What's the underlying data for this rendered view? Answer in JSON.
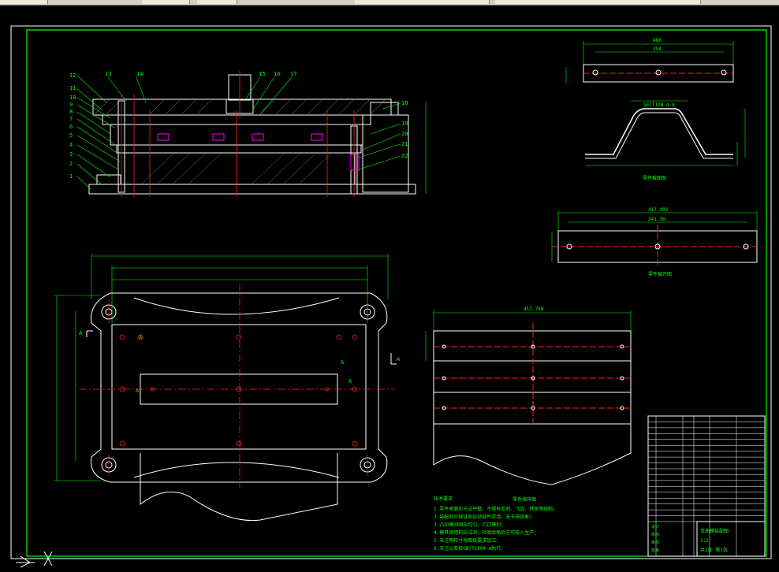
{
  "window": {
    "toolbar_buttons": [
      "",
      "",
      "",
      "",
      ""
    ]
  },
  "colors": {
    "background": "#000000",
    "border": "#ffffff",
    "frame": "#00ff00",
    "dim": "#00ff00",
    "center": "#ff2020",
    "part": "#ffffff",
    "accent": "#ff00ff"
  },
  "assembly": {
    "part_numbers_left": [
      "12",
      "11",
      "10",
      "9",
      "8",
      "7",
      "6",
      "5",
      "4",
      "3",
      "2",
      "1"
    ],
    "part_numbers_top": [
      "13",
      "14",
      "15",
      "16",
      "17"
    ],
    "part_numbers_right": [
      "18",
      "19",
      "20",
      "21",
      "22"
    ]
  },
  "section_view": {
    "title_a": "A",
    "dim_arrow": "A"
  },
  "views": {
    "top_strip_dim": "466",
    "top_strip_dim2": "354",
    "section_label": "SECTION A-A",
    "section_caption": "零件截面图",
    "blank_caption": "零件展开图",
    "plate_caption": "零件排样图",
    "plate_dim": "417.758",
    "blank_dim": "417.992",
    "blank_dim2": "341.36"
  },
  "notes": {
    "title": "技术要求",
    "items": [
      "1.零件表面应光洁平整，不得有毛刺、飞边、锈斑等缺陷；",
      "2.装配后应保证各运动部件灵活，无卡滞现象；",
      "3.凸凹模间隙应均匀，刃口锋利；",
      "4.模具使用前应试冲，检验合格后方可投入生产；",
      "5.未注明尺寸按图纸要求加工；",
      "6.未注公差按GB/T1804-m执行。"
    ]
  },
  "title_block": {
    "rows": 18,
    "footer_labels": [
      "设计",
      "校核",
      "审核",
      "批准"
    ],
    "drawing_name": "弯曲模装配图",
    "scale": "1:2",
    "sheet": "共1张 第1张"
  },
  "bottom": {
    "ucs_icon": "ucs-icon"
  }
}
